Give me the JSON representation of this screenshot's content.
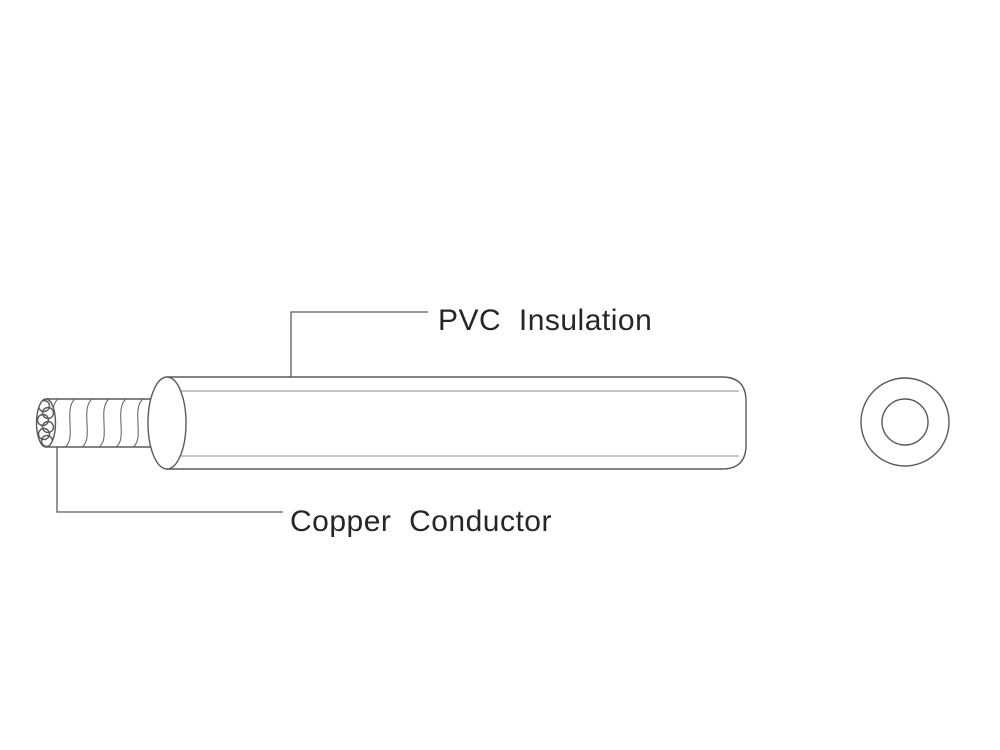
{
  "diagram": {
    "type": "wire-cross-section-diagram",
    "labels": {
      "insulation": "PVC  Insulation",
      "conductor": "Copper  Conductor"
    },
    "parts": {
      "side_view": "stranded copper conductor with PVC insulation jacket",
      "end_view": "circular cross-section with hatched conductor core"
    },
    "colors": {
      "line": "#5a5a5a",
      "shade_line": "#8d8d8d",
      "text": "#262626",
      "background": "#ffffff"
    }
  }
}
